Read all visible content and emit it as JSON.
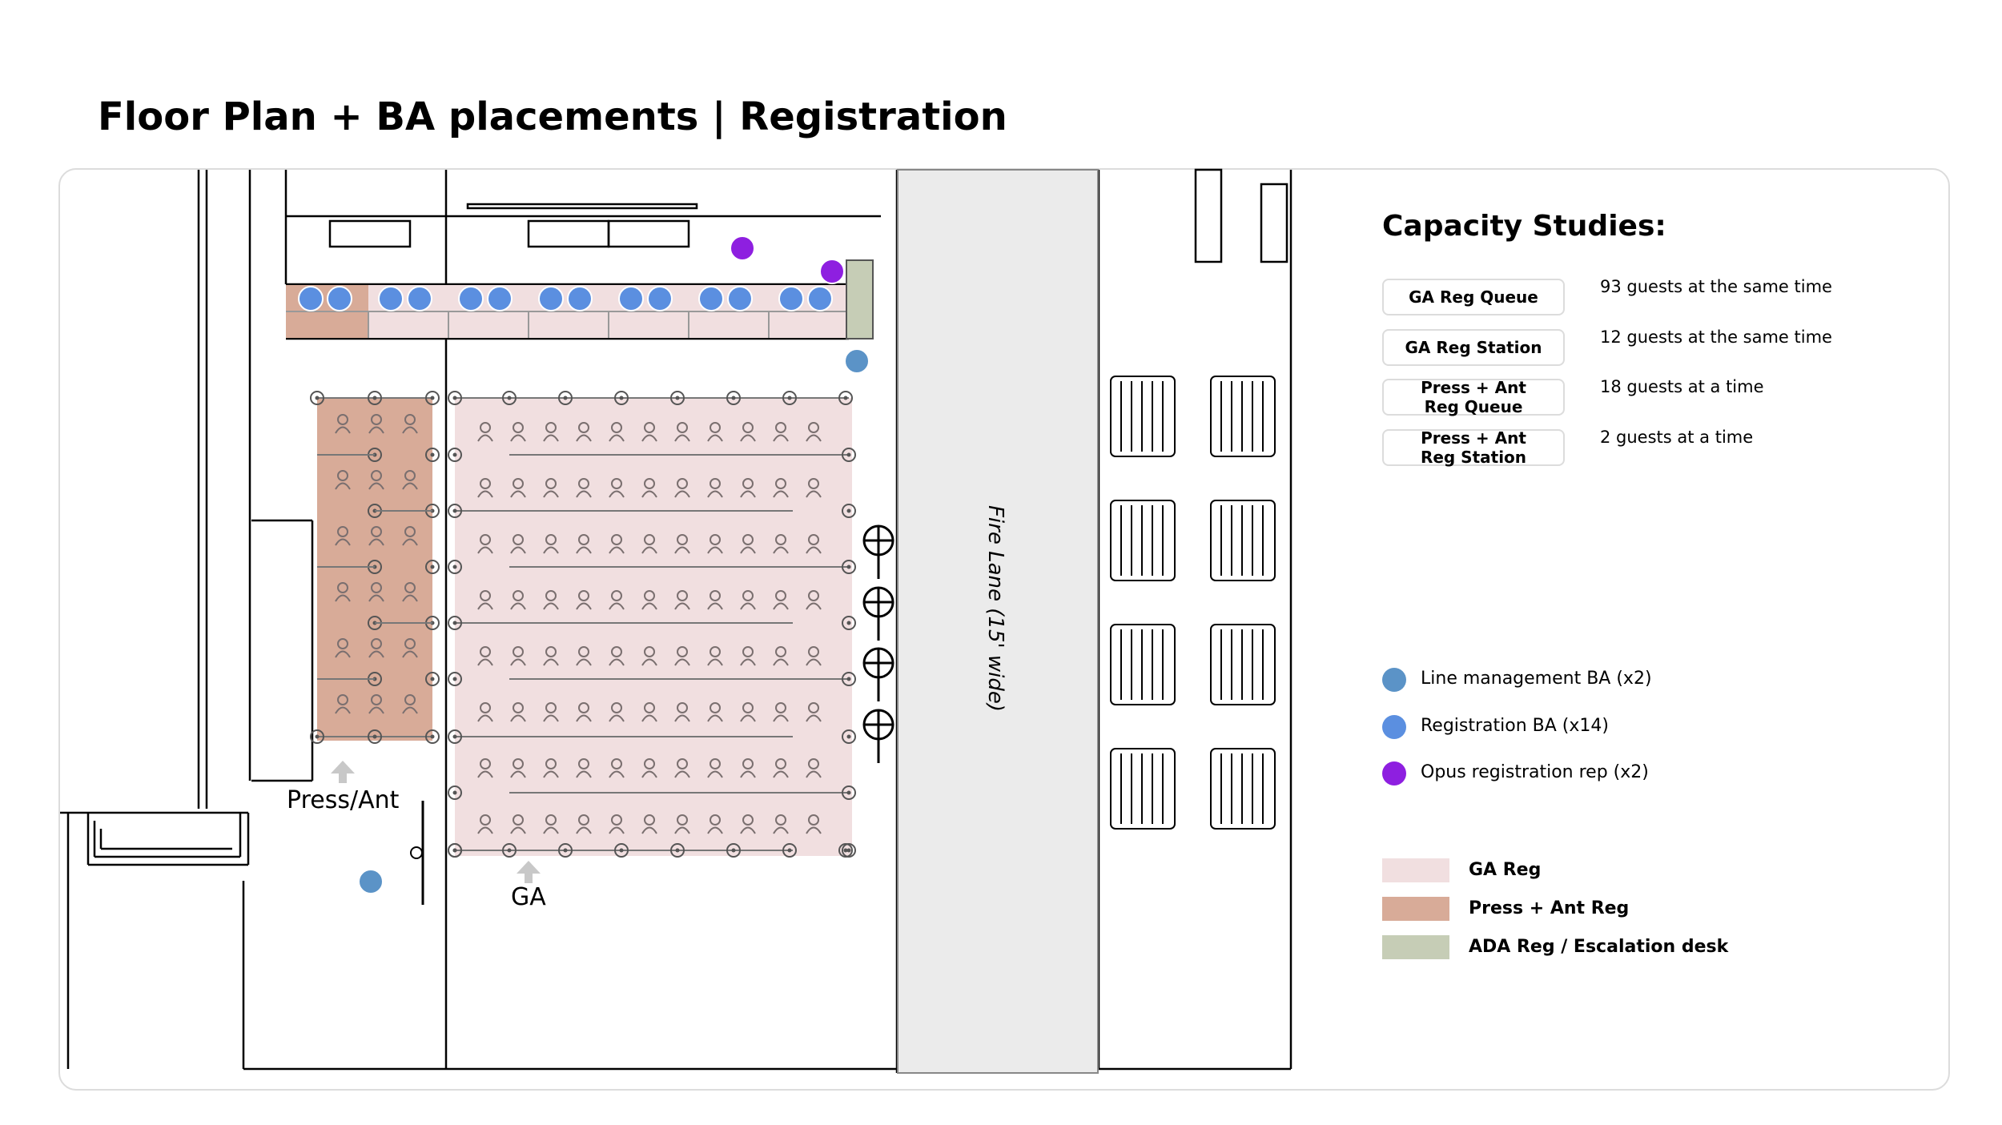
{
  "title": "Floor Plan + BA placements | Registration",
  "capacity": {
    "heading": "Capacity Studies:",
    "rows": [
      {
        "label": "GA Reg Queue",
        "value": "93 guests at the same time"
      },
      {
        "label": "GA Reg Station",
        "value": "12 guests at the same time"
      },
      {
        "label": "Press + Ant Reg Queue",
        "value": "18 guests at a time"
      },
      {
        "label": "Press + Ant Reg Station",
        "value": "2  guests at a time"
      }
    ]
  },
  "legend": {
    "markers": [
      {
        "label": "Line management BA (x2)",
        "color": "#5b93c7"
      },
      {
        "label": "Registration BA (x14)",
        "color": "#5b8fe0"
      },
      {
        "label": "Opus registration rep (x2)",
        "color": "#8e1fe0"
      }
    ],
    "areas": [
      {
        "label": "GA Reg",
        "color": "#f1dfe0"
      },
      {
        "label": "Press + Ant Reg",
        "color": "#d8ab98"
      },
      {
        "label": "ADA  Reg / Escalation desk",
        "color": "#c6cdb6"
      }
    ]
  },
  "plan": {
    "press_label": "Press/Ant",
    "ga_label": "GA",
    "fire_lane_label": "Fire Lane (15' wide)"
  },
  "colors": {
    "ga_reg": "#f1dfe0",
    "press_reg": "#d8ab98",
    "ada_desk": "#c6cdb6",
    "line_ba": "#5b93c7",
    "reg_ba": "#5b8fe0",
    "opus_rep": "#8e1fe0",
    "fire_lane": "#ebebeb"
  },
  "icons": [
    "stanchion-post-icon",
    "guest-figure-icon",
    "arrow-up-icon",
    "bike-rack-icon",
    "door-icon"
  ]
}
